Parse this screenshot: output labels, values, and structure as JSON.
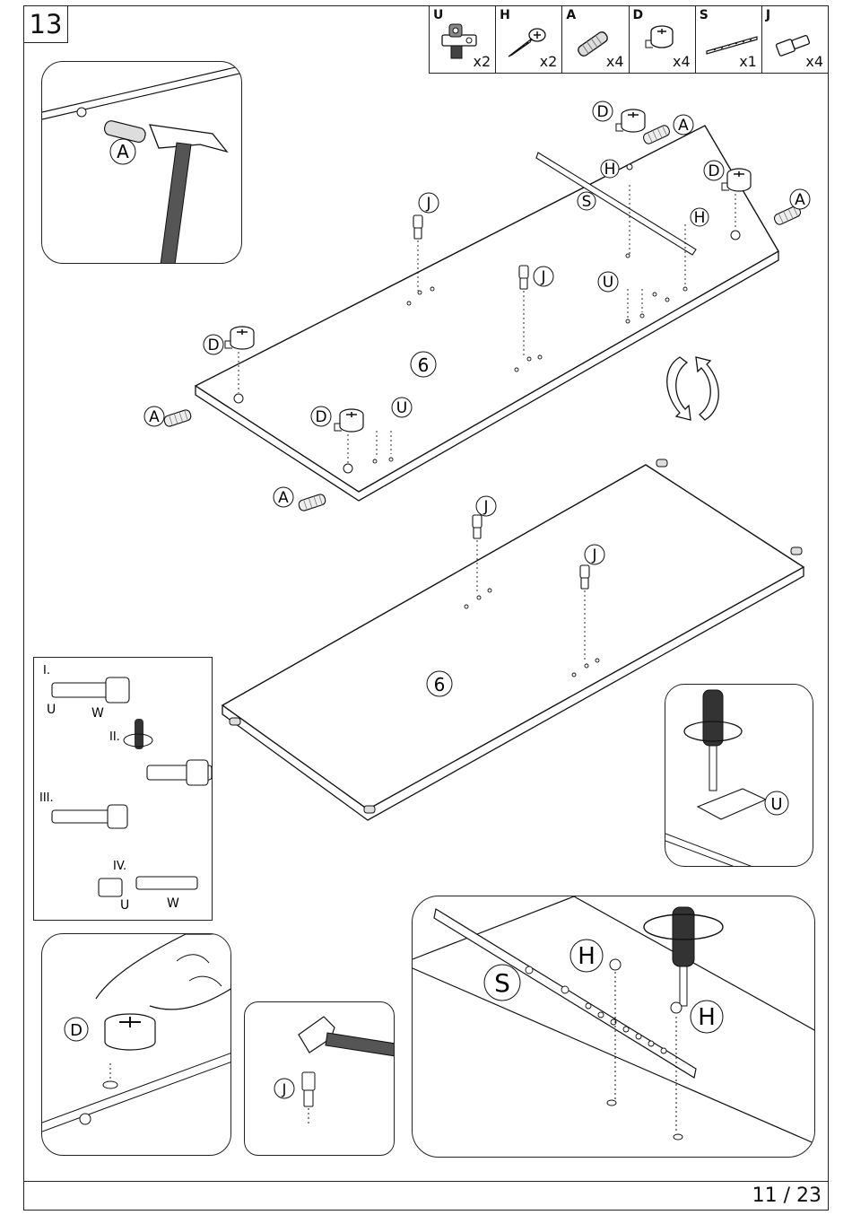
{
  "step_number": "13",
  "page_number": "11 / 23",
  "parts": [
    {
      "code": "U",
      "qty": "x2",
      "icon": "hinge-plate-icon"
    },
    {
      "code": "H",
      "qty": "x2",
      "icon": "screw-icon"
    },
    {
      "code": "A",
      "qty": "x4",
      "icon": "dowel-icon"
    },
    {
      "code": "D",
      "qty": "x4",
      "icon": "cam-lock-icon"
    },
    {
      "code": "S",
      "qty": "x1",
      "icon": "rail-strip-icon"
    },
    {
      "code": "J",
      "qty": "x4",
      "icon": "shelf-pin-icon"
    }
  ],
  "panel_label": "6",
  "callouts": {
    "A": "A",
    "D": "D",
    "H": "H",
    "S": "S",
    "J": "J",
    "U": "U",
    "W": "W"
  },
  "hinge_steps": [
    "I.",
    "II.",
    "III.",
    "IV."
  ]
}
